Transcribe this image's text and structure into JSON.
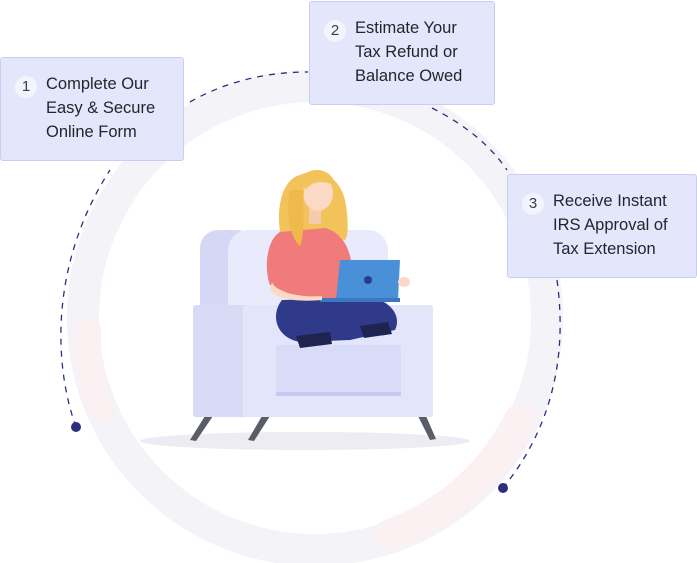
{
  "steps": [
    {
      "number": "1",
      "text": "Complete Our\nEasy & Secure\nOnline Form",
      "icon": "step-number-badge"
    },
    {
      "number": "2",
      "text": "Estimate Your\nTax Refund or\nBalance Owed",
      "icon": "step-number-badge"
    },
    {
      "number": "3",
      "text": "Receive Instant\nIRS Approval of\nTax Extension",
      "icon": "step-number-badge"
    }
  ],
  "illustration": {
    "subject": "woman-on-couch-with-laptop",
    "colors": {
      "ring": "#f1f1f7",
      "ring_accent": "#fbeef0",
      "dashed_path": "#2b2f7e",
      "dot": "#2b2f7e",
      "couch": "#e2e4fa",
      "couch_side": "#d7daf6",
      "shirt": "#ef7b7b",
      "pants": "#2f3a8a",
      "hair": "#f2c35a",
      "laptop": "#4a90d9",
      "skin": "#fbd9c4",
      "card_bg": "#e4e6fb"
    }
  }
}
